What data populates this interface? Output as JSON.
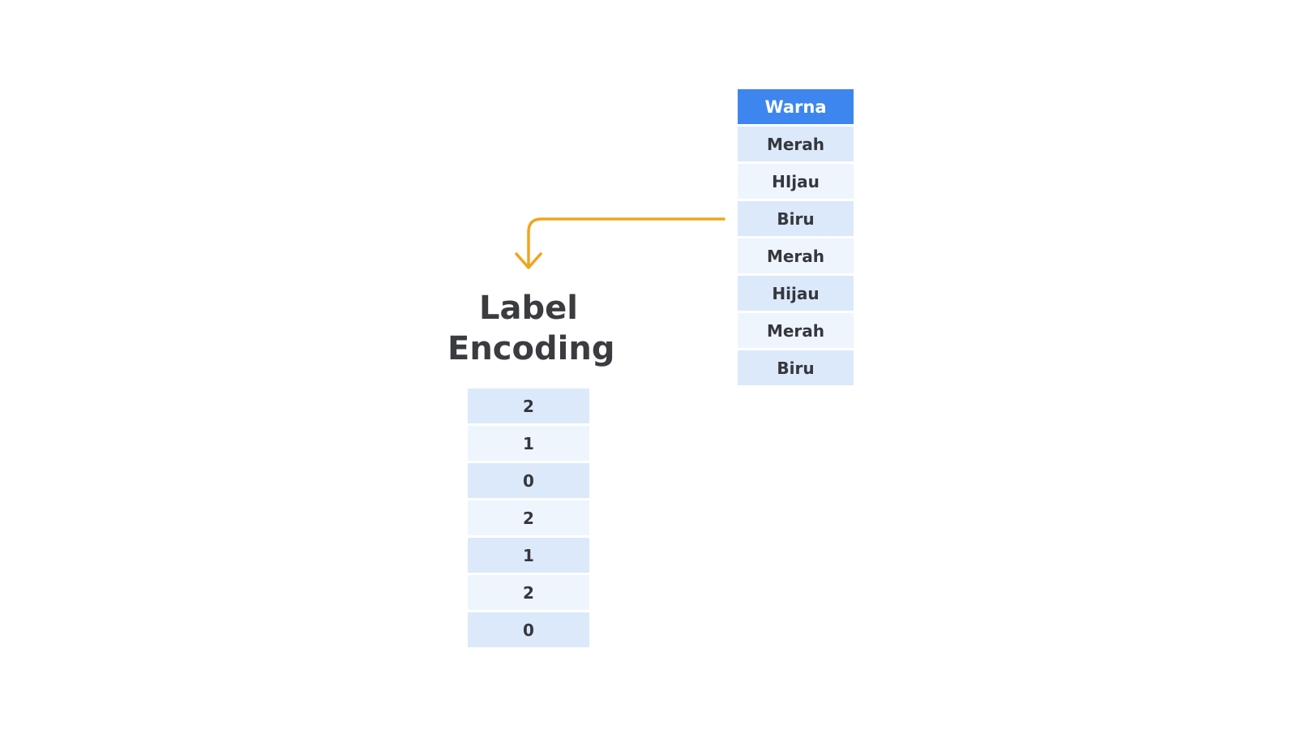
{
  "source_table": {
    "header": "Warna",
    "rows": [
      "Merah",
      "HIjau",
      "Biru",
      "Merah",
      "Hijau",
      "Merah",
      "Biru"
    ]
  },
  "title": {
    "line1": "Label",
    "line2": "Encoding"
  },
  "encoded_table": {
    "rows": [
      "2",
      "1",
      "0",
      "2",
      "1",
      "2",
      "0"
    ]
  },
  "colors": {
    "header": "#3d86f0",
    "row_dark": "#dce9fb",
    "row_light": "#eef5fd",
    "arrow": "#f0a51c",
    "text": "#35373d"
  }
}
